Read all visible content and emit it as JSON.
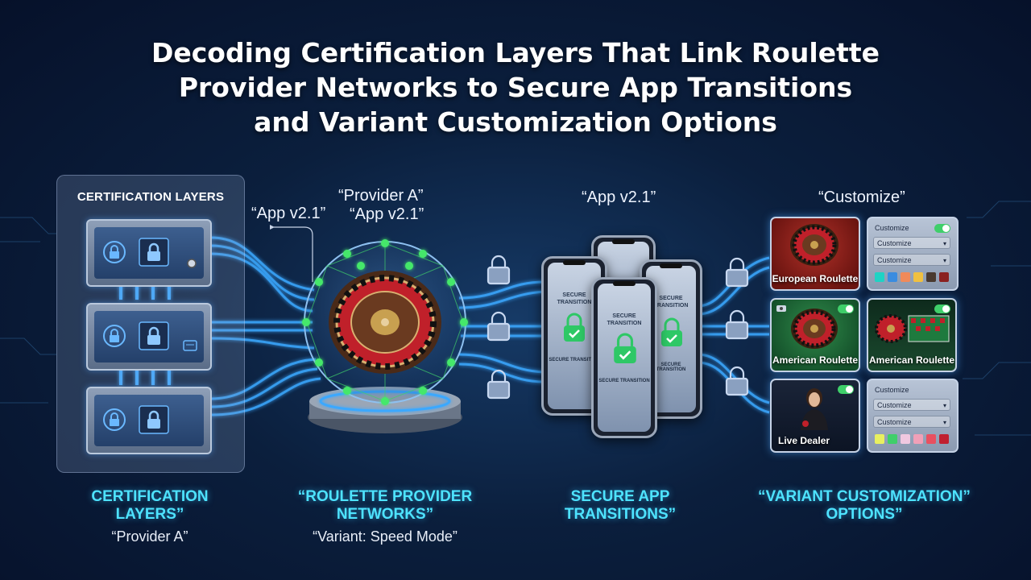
{
  "title": {
    "line1": "Decoding Certification Layers That Link Roulette",
    "line2": "Provider Networks to Secure App Transitions",
    "line3": "and Variant Customization Options"
  },
  "top_labels": {
    "app_left": "“App v2.1”",
    "provider_a": "“Provider A”",
    "app_center": "“App v2.1”",
    "app_phones": "“App v2.1”",
    "customize": "“Customize”"
  },
  "cert_panel": {
    "title": "CERTIFICATION LAYERS"
  },
  "phones": {
    "screen_title": "SECURE TRANSITION",
    "screen_footer": "SECURE TRANSITION"
  },
  "variants": {
    "cards": [
      {
        "name": "European Roulette"
      },
      {
        "name": "American Roulette"
      },
      {
        "name": "American Roulette"
      },
      {
        "name": "Live Dealer"
      }
    ],
    "option_panel_1": {
      "title": "Customize",
      "dropdowns": [
        "Customize",
        "Customize"
      ],
      "swatches": [
        "#1fd3c4",
        "#3a8ce0",
        "#f08a5a",
        "#f0c040",
        "#4a3a30",
        "#8a2020"
      ]
    },
    "option_panel_2": {
      "title": "Customize",
      "dropdowns": [
        "Customize",
        "Customize"
      ],
      "swatches": [
        "#e8f060",
        "#3fcf6a",
        "#f0c8e0",
        "#f0a0b8",
        "#e85060",
        "#c02030"
      ]
    }
  },
  "sections": {
    "cert": {
      "line1": "CERTIFICATION",
      "line2": "LAYERS”",
      "sub": "“Provider A”"
    },
    "provider": {
      "line1": "“ROULETTE PROVIDER",
      "line2": "NETWORKS”",
      "sub": "“Variant: Speed Mode”"
    },
    "secure": {
      "line1": "SECURE APP",
      "line2": "TRANSITIONS”"
    },
    "variant": {
      "line1": "“VARIANT CUSTOMIZATION”",
      "line2": "OPTIONS”"
    }
  },
  "colors": {
    "accent": "#4ee3ff",
    "flow": "#3aa8ff",
    "node": "#45e86a",
    "lock_ok": "#2ec866"
  }
}
